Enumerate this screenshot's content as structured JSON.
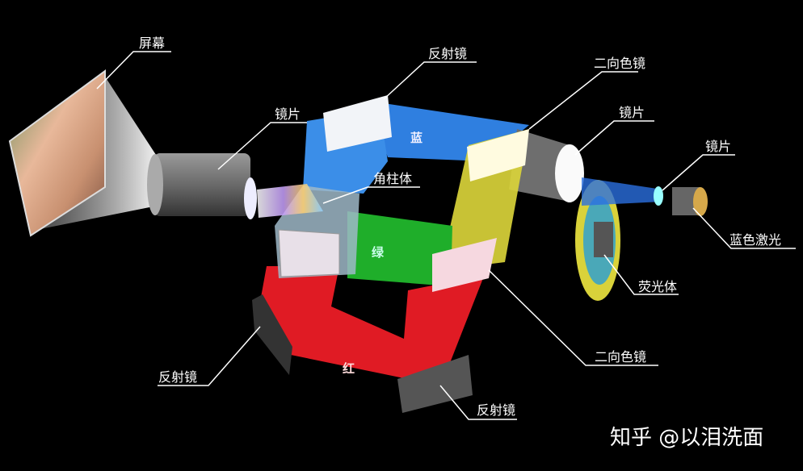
{
  "labels": {
    "screen": "屏幕",
    "lens_projection": "镜片",
    "mirror_top": "反射镜",
    "dichroic_top": "二向色镜",
    "lens_middle": "镜片",
    "lens_laser": "镜片",
    "prism": "角柱体",
    "blue_laser": "蓝色激光",
    "phosphor": "荧光体",
    "dichroic_bottom": "二向色镜",
    "mirror_left": "反射镜",
    "mirror_bottom": "反射镜"
  },
  "beams": {
    "blue": "蓝",
    "green": "绿",
    "red": "红"
  },
  "colors": {
    "blue": "#2f7fe0",
    "green": "#1fae2a",
    "red": "#e01b24",
    "yellow": "#d9d23a",
    "background": "#000000"
  },
  "watermark": "知乎 @以泪洗面"
}
